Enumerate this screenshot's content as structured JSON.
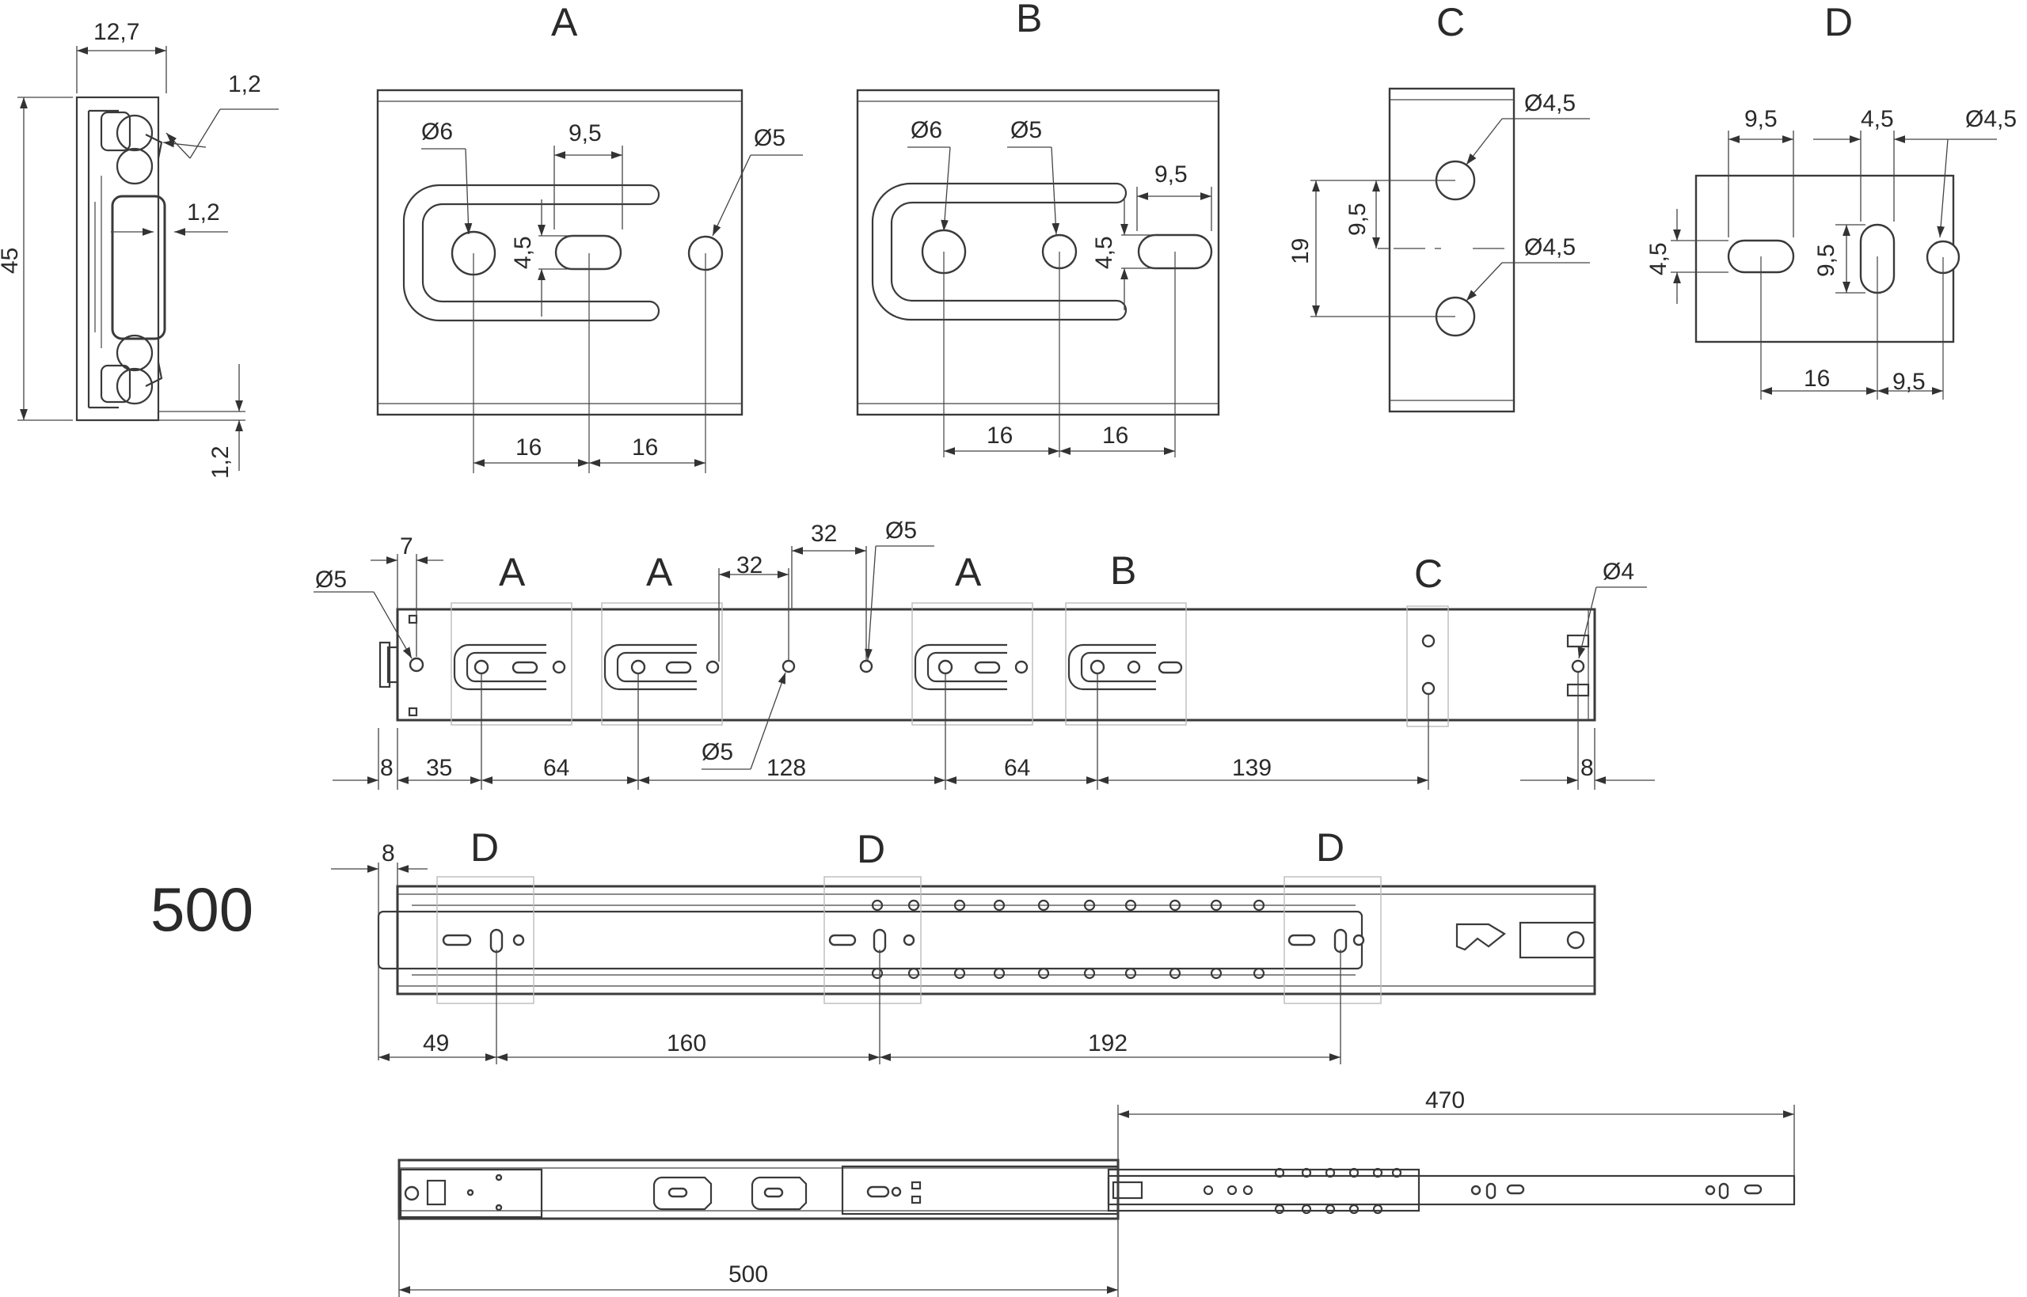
{
  "labels": {
    "detail_a": "A",
    "detail_b": "B",
    "detail_c": "C",
    "detail_d": "D",
    "length": "500"
  },
  "section": {
    "width": "12,7",
    "height": "45",
    "thickness_top": "1,2",
    "thickness_mid": "1,2",
    "thickness_bottom": "1,2"
  },
  "detail_a": {
    "hole_large": "Ø6",
    "slot_len": "9,5",
    "hole_small": "Ø5",
    "slot_w": "4,5",
    "pitch_1": "16",
    "pitch_2": "16"
  },
  "detail_b": {
    "hole_large": "Ø6",
    "hole_mid": "Ø5",
    "slot_len": "9,5",
    "slot_w": "4,5",
    "pitch_1": "16",
    "pitch_2": "16"
  },
  "detail_c": {
    "hole_top": "Ø4,5",
    "hole_bottom": "Ø4,5",
    "half_pitch": "9,5",
    "pitch": "19"
  },
  "detail_d": {
    "slot_len": "9,5",
    "slot_w": "4,5",
    "hole": "Ø4,5",
    "slot_h": "4,5",
    "slot_v": "9,5",
    "pitch_1": "16",
    "pitch_2": "9,5"
  },
  "cabinet_rail": {
    "labels": [
      "A",
      "A",
      "A",
      "B",
      "C"
    ],
    "end_hole_left": "Ø5",
    "end_offset": "7",
    "gap_a": "32",
    "gap_b": "32",
    "hole_top": "Ø5",
    "hole_bottom": "Ø5",
    "hole_right": "Ø4",
    "dims": [
      "8",
      "35",
      "64",
      "128",
      "64",
      "139",
      "8"
    ]
  },
  "drawer_rail": {
    "labels": [
      "D",
      "D",
      "D"
    ],
    "offset": "8",
    "dims": [
      "49",
      "160",
      "192"
    ]
  },
  "extended": {
    "extension": "470",
    "closed_length": "500"
  }
}
